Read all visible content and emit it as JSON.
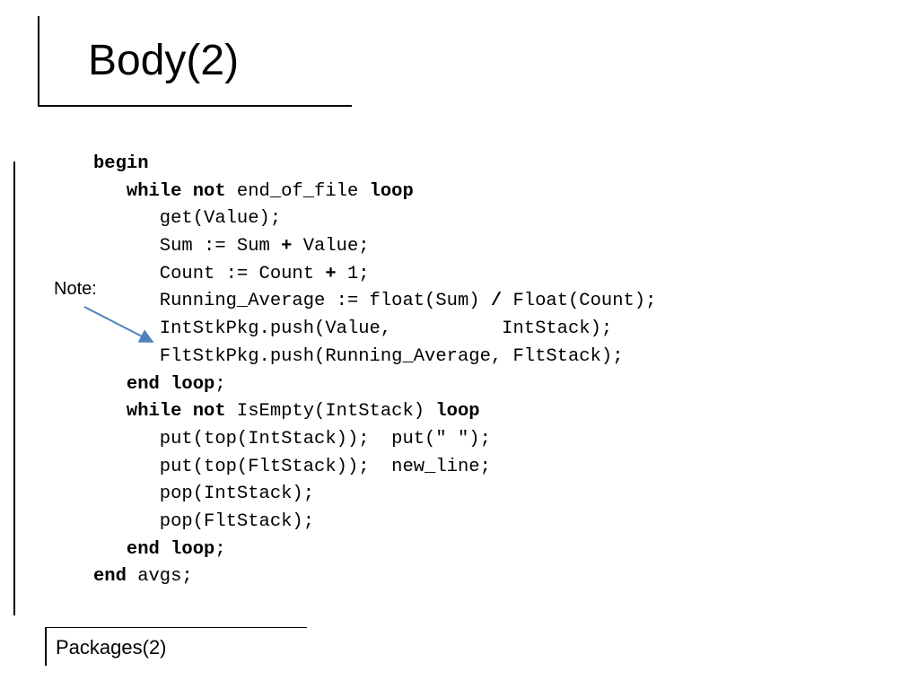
{
  "slide": {
    "title": "Body(2)",
    "note_label": "Note:",
    "footer_label": "Packages(2)",
    "arrow_color": "#4f81bd"
  },
  "code": {
    "lines": [
      [
        {
          "t": "begin",
          "b": true
        }
      ],
      [
        {
          "t": "   "
        },
        {
          "t": "while not",
          "b": true
        },
        {
          "t": " end_of_file "
        },
        {
          "t": "loop",
          "b": true
        }
      ],
      [
        {
          "t": "      get(Value);"
        }
      ],
      [
        {
          "t": "      Sum := Sum "
        },
        {
          "t": "+",
          "b": true
        },
        {
          "t": " Value;"
        }
      ],
      [
        {
          "t": "      Count := Count "
        },
        {
          "t": "+",
          "b": true
        },
        {
          "t": " 1;"
        }
      ],
      [
        {
          "t": "      Running_Average := float(Sum) "
        },
        {
          "t": "/",
          "b": true
        },
        {
          "t": " Float(Count);"
        }
      ],
      [
        {
          "t": "      IntStkPkg.push(Value,          IntStack);"
        }
      ],
      [
        {
          "t": "      FltStkPkg.push(Running_Average, FltStack);"
        }
      ],
      [
        {
          "t": "   "
        },
        {
          "t": "end loop",
          "b": true
        },
        {
          "t": ";"
        }
      ],
      [
        {
          "t": "   "
        },
        {
          "t": "while not",
          "b": true
        },
        {
          "t": " IsEmpty(IntStack) "
        },
        {
          "t": "loop",
          "b": true
        }
      ],
      [
        {
          "t": "      put(top(IntStack));  put(\" \");"
        }
      ],
      [
        {
          "t": "      put(top(FltStack));  new_line;"
        }
      ],
      [
        {
          "t": "      pop(IntStack);"
        }
      ],
      [
        {
          "t": "      pop(FltStack);"
        }
      ],
      [
        {
          "t": "   "
        },
        {
          "t": "end loop",
          "b": true
        },
        {
          "t": ";"
        }
      ],
      [
        {
          "t": "end",
          "b": true
        },
        {
          "t": " avgs;"
        }
      ]
    ]
  }
}
